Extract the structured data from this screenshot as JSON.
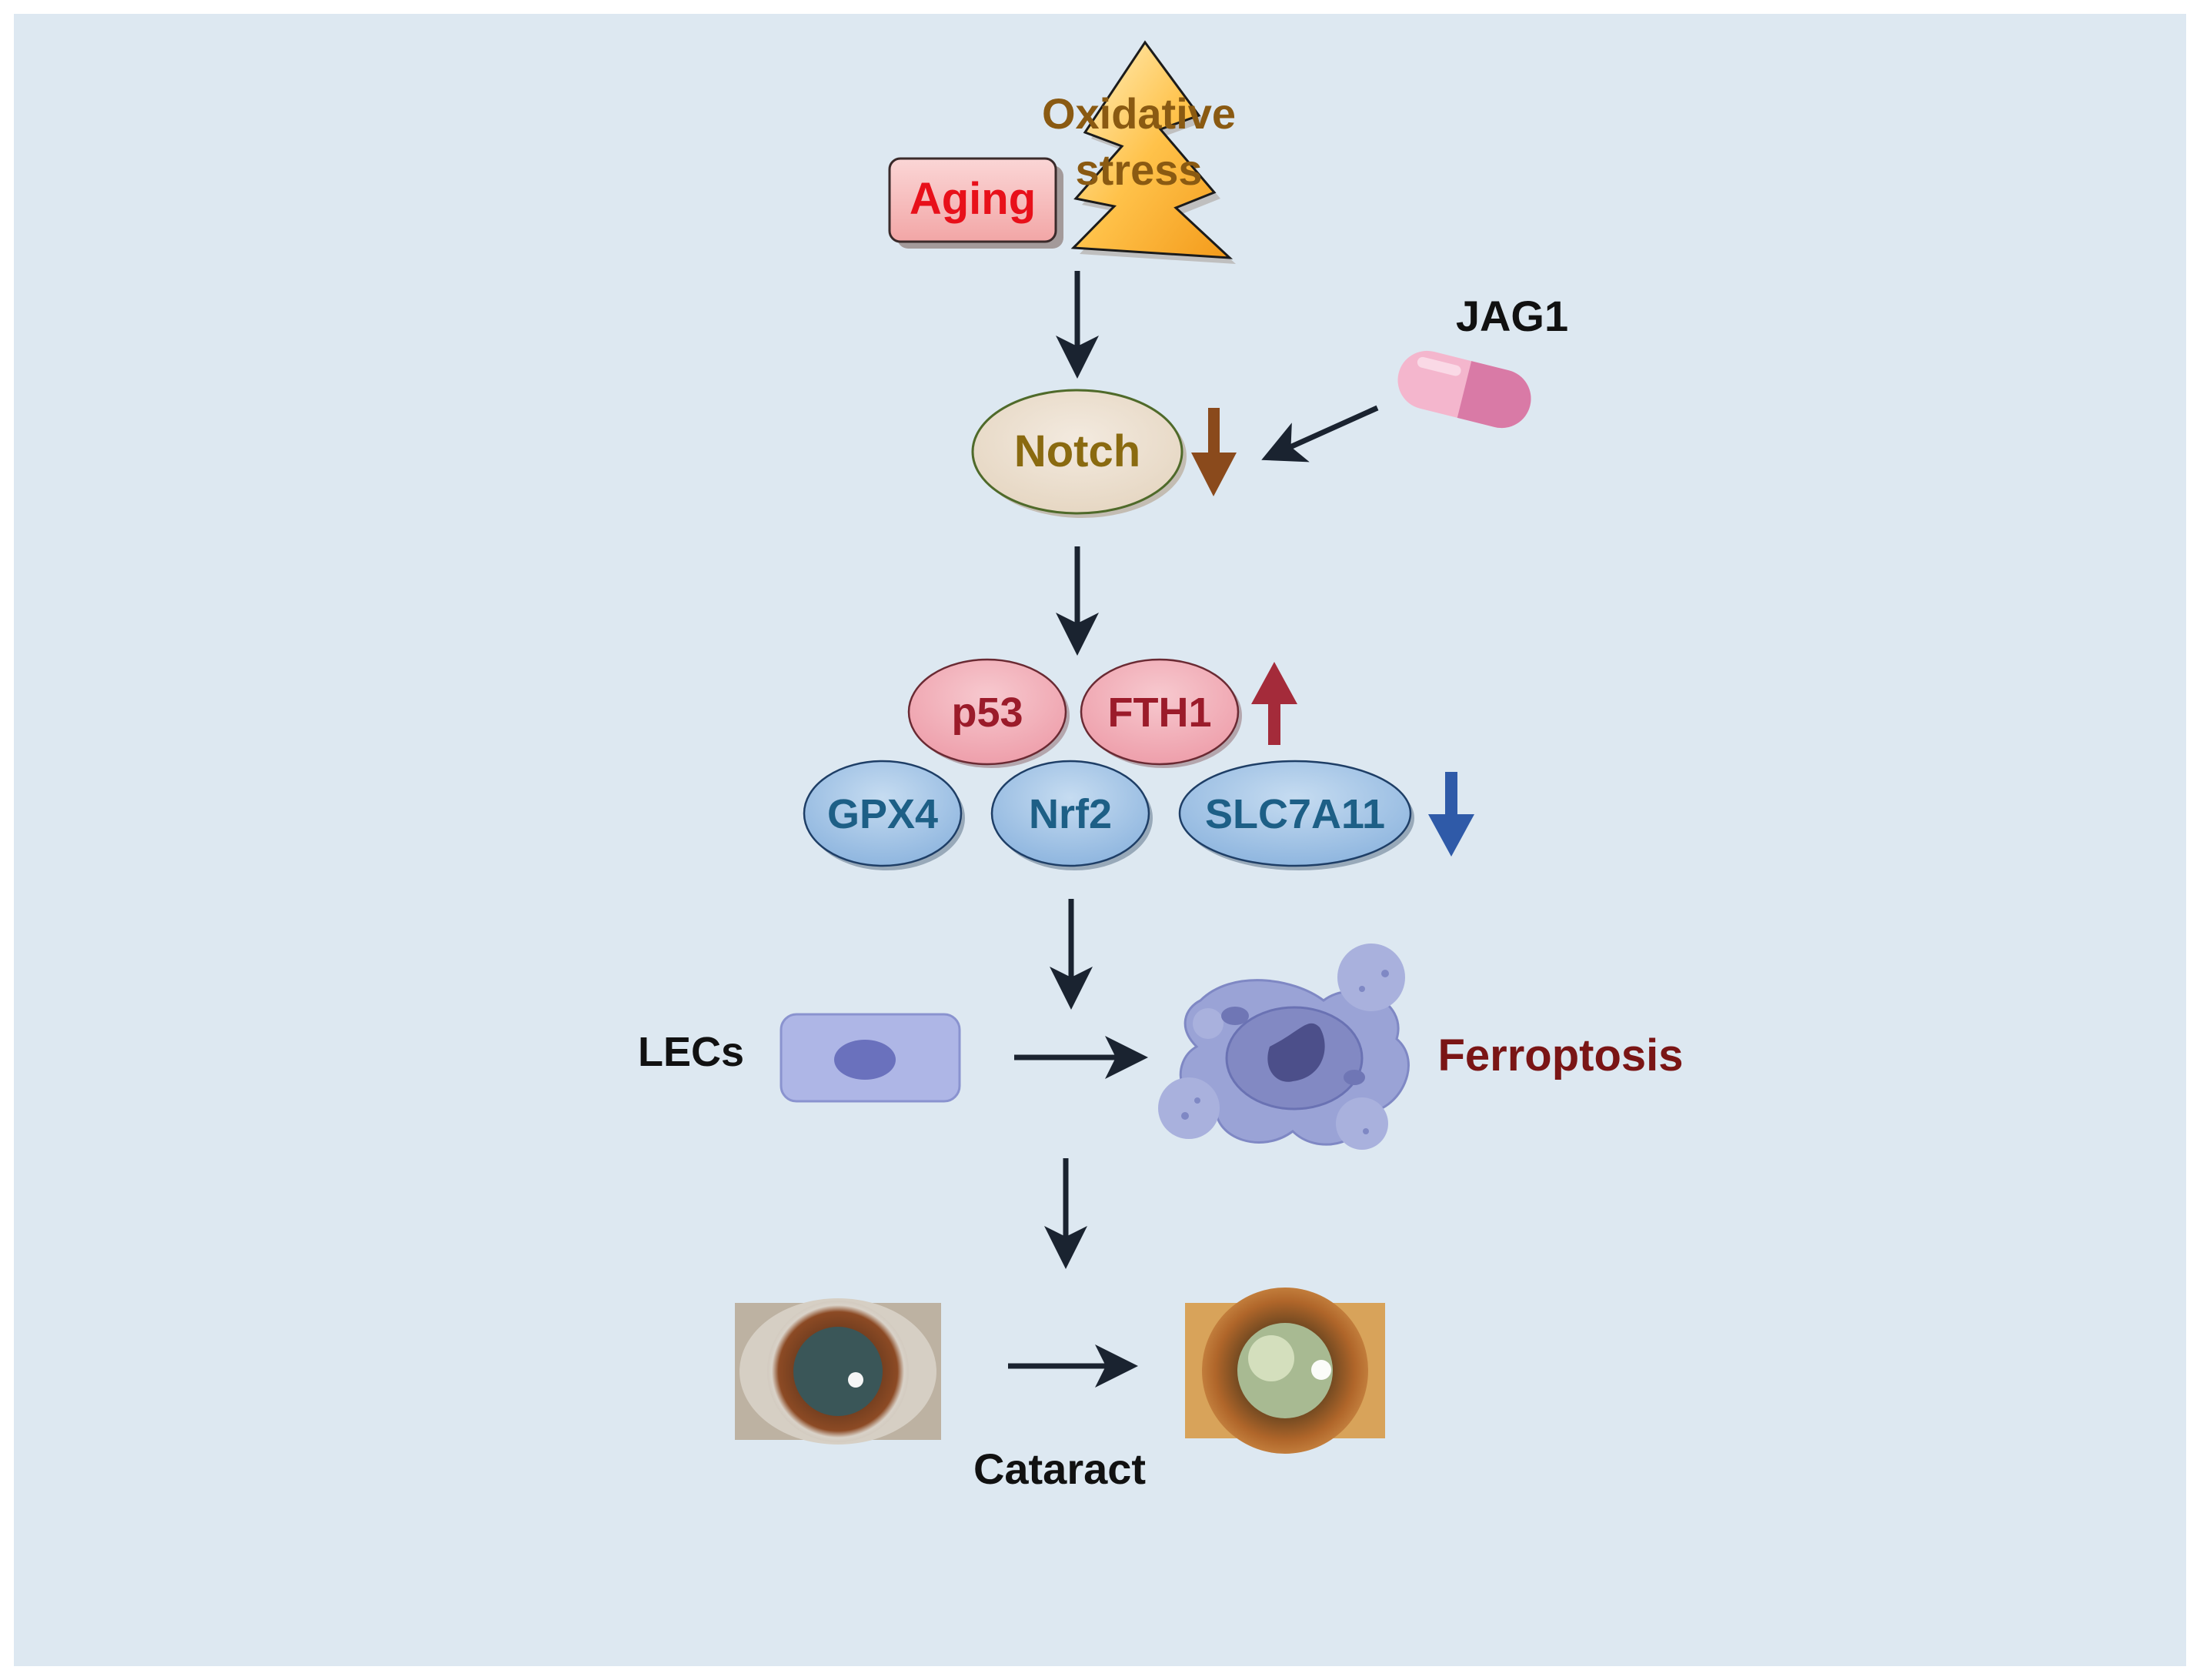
{
  "diagram": {
    "background_color": "#dde8f1",
    "nodes": {
      "aging": {
        "label": "Aging",
        "color": "#e8101a"
      },
      "oxidative_stress": {
        "line1": "Oxidative",
        "line2": "stress",
        "color": "#8a5a12"
      },
      "jag1": {
        "label": "JAG1",
        "color": "#111111"
      },
      "notch": {
        "label": "Notch",
        "color": "#8a6a10"
      },
      "p53": {
        "label": "p53",
        "color": "#9b1b2a"
      },
      "fth1": {
        "label": "FTH1",
        "color": "#9b1b2a"
      },
      "gpx4": {
        "label": "GPX4",
        "color": "#1d5f86"
      },
      "nrf2": {
        "label": "Nrf2",
        "color": "#1d5f86"
      },
      "slc7a11": {
        "label": "SLC7A11",
        "color": "#1d5f86"
      },
      "lecs": {
        "label": "LECs",
        "color": "#111111"
      },
      "ferroptosis": {
        "label": "Ferroptosis",
        "color": "#7a1515"
      },
      "cataract": {
        "label": "Cataract",
        "color": "#111111"
      }
    },
    "regulation": {
      "notch": "down",
      "p53_fth1": "up",
      "gpx4_nrf2_slc7a11": "down"
    },
    "colors": {
      "arrow": "#1a2330",
      "notch_down_arrow": "#8a4a1c",
      "up_arrow": "#a42b3a",
      "down_arrow": "#2f5aa8"
    },
    "icons": [
      "lightning-bolt-icon",
      "capsule-icon",
      "cell-icon",
      "ferroptotic-cell-icon",
      "normal-eye-photo",
      "cataract-eye-photo"
    ]
  }
}
